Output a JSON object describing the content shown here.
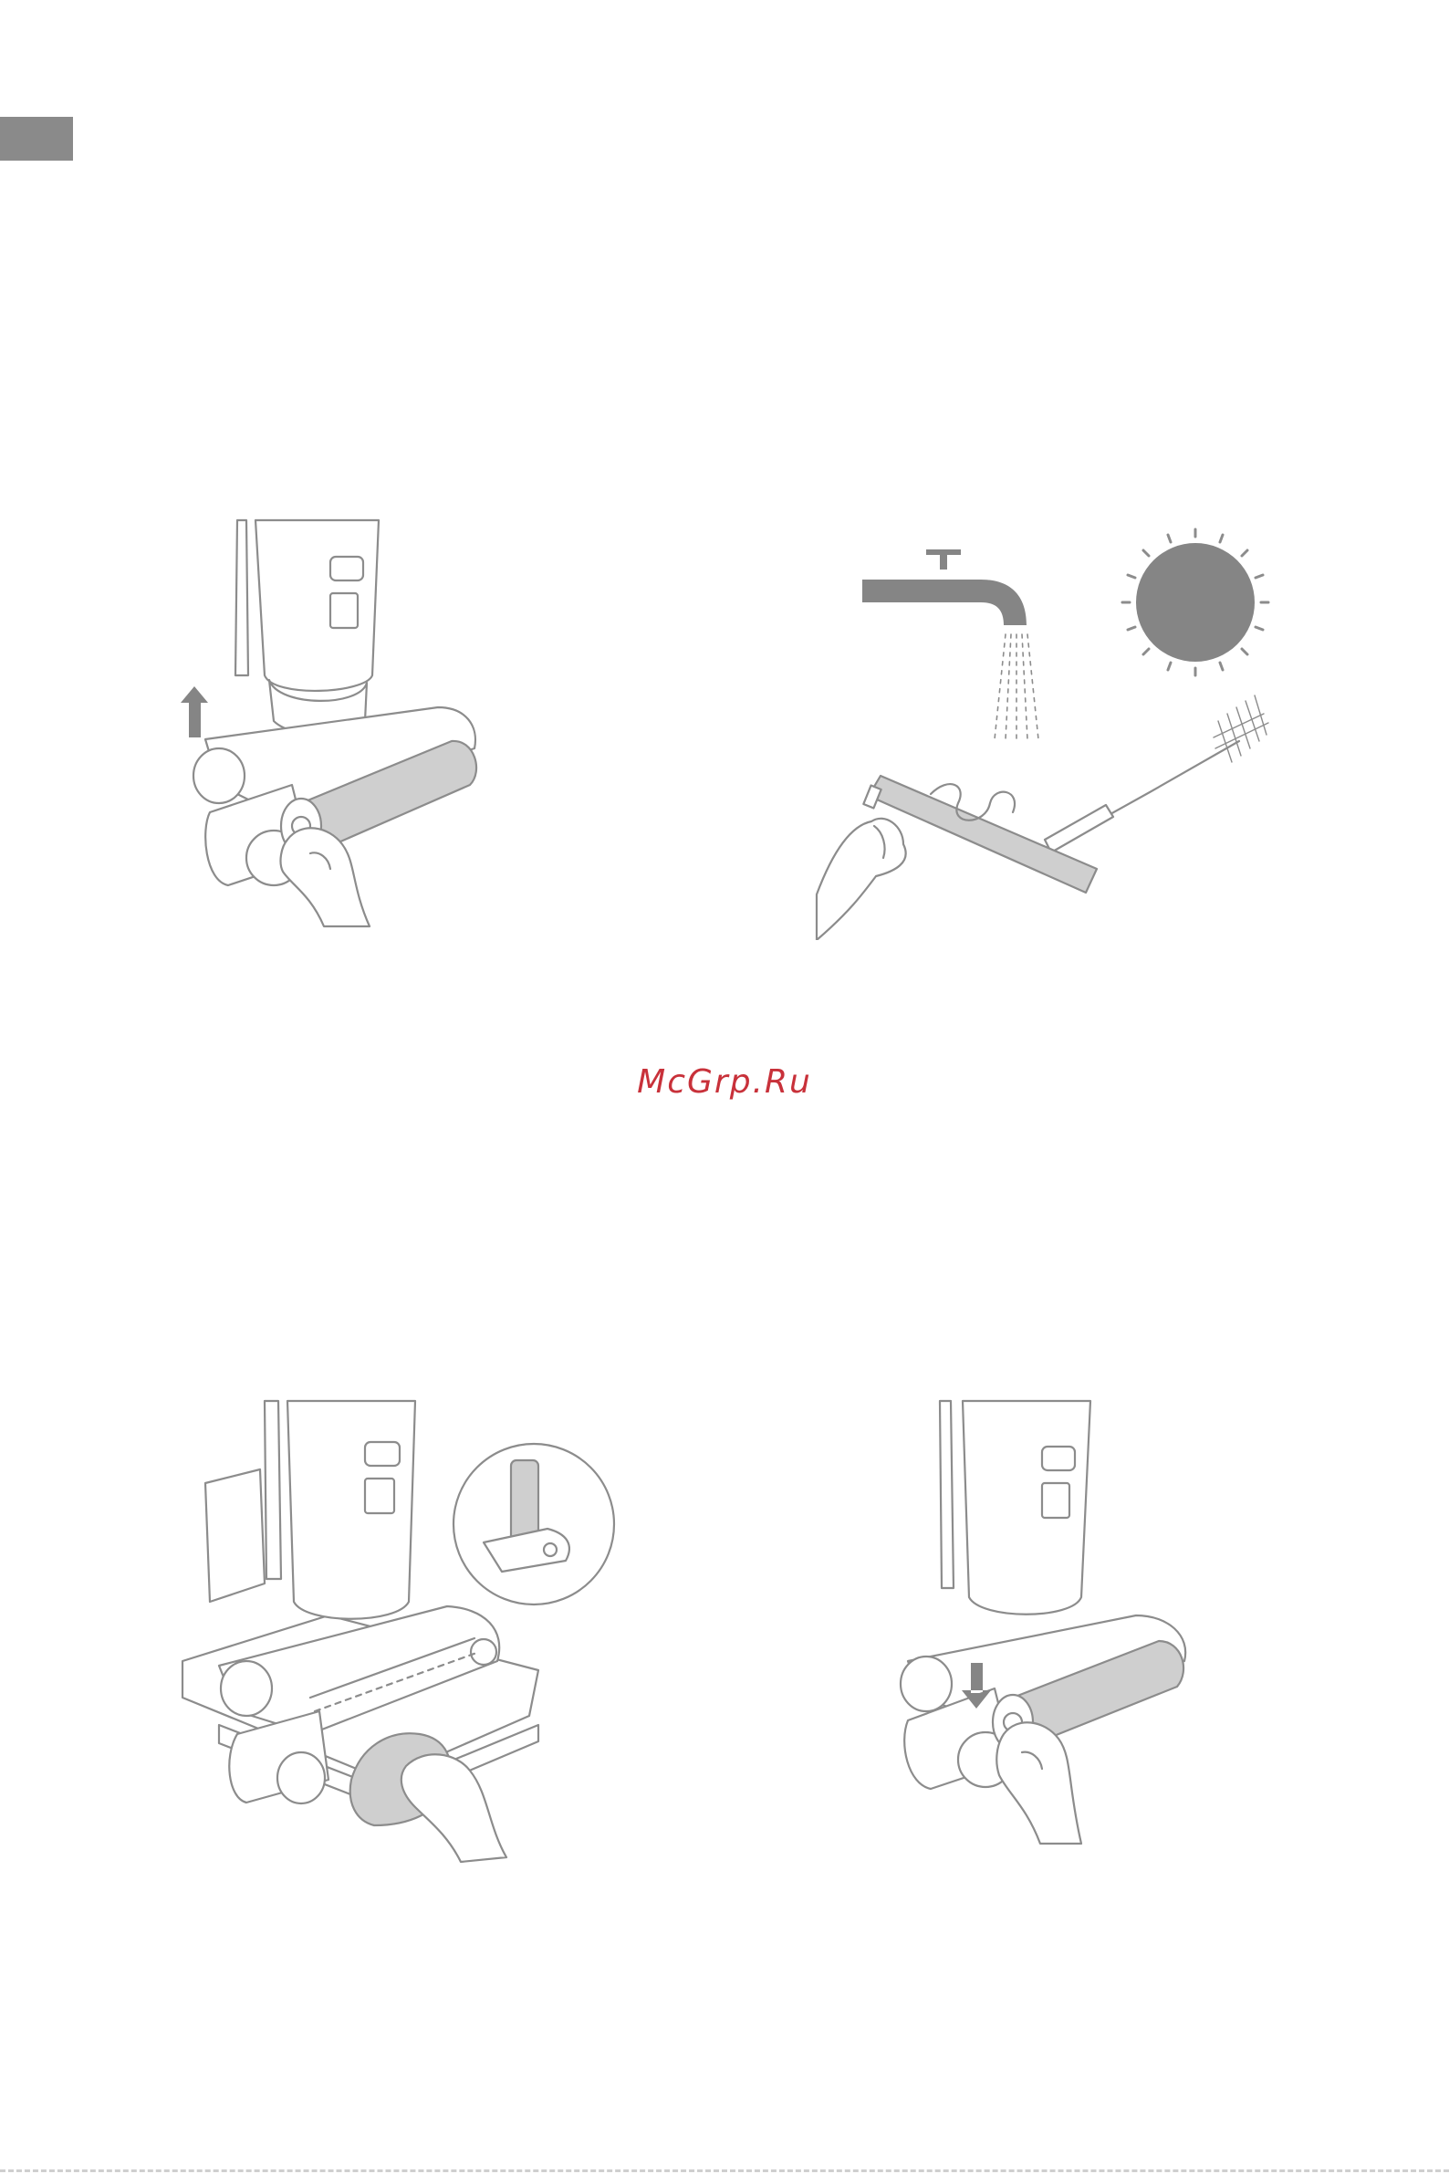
{
  "watermark": {
    "text": "McGrp.Ru",
    "color": "#c8313a"
  },
  "colors": {
    "line": "#8c8c8c",
    "fill_gray": "#cfcfcf",
    "dark_gray": "#858585",
    "tab": "#8a8a8a"
  },
  "figures": [
    {
      "icon": "remove-roller-illustration"
    },
    {
      "icon": "wash-dry-roller-illustration"
    },
    {
      "icon": "wipe-base-illustration"
    },
    {
      "icon": "install-roller-illustration"
    }
  ]
}
